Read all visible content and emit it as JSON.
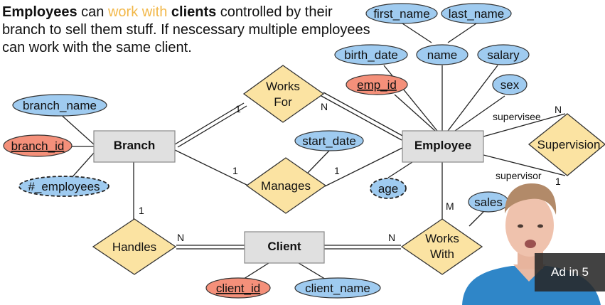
{
  "caption": {
    "part1": "Employees",
    "part2": " can ",
    "part3": "work with",
    "part4": " ",
    "part5": "clients",
    "part6": " controlled by their branch to sell them stuff. If nescessary multiple employees can work with the same client."
  },
  "colors": {
    "attribute_fill": "#9fcbf0",
    "key_attribute_fill": "#f4907a",
    "relationship_fill": "#fbe3a2",
    "entity_fill": "#e0e0e0",
    "highlight_text": "#f2b84a"
  },
  "entities": {
    "branch": "Branch",
    "employee": "Employee",
    "client": "Client"
  },
  "relationships": {
    "works_for": [
      "Works",
      "For"
    ],
    "manages": "Manages",
    "handles": "Handles",
    "works_with": [
      "Works",
      "With"
    ],
    "supervision": "Supervision"
  },
  "attributes": {
    "first_name": "first_name",
    "last_name": "last_name",
    "birth_date": "birth_date",
    "name": "name",
    "salary": "salary",
    "emp_id": "emp_id",
    "sex": "sex",
    "branch_name": "branch_name",
    "branch_id": "branch_id",
    "num_employees": "#_employees",
    "start_date": "start_date",
    "age": "age",
    "sales": "sales",
    "client_id": "client_id",
    "client_name": "client_name"
  },
  "cardinalities": {
    "works_for_branch": "1",
    "works_for_employee": "N",
    "manages_branch": "1",
    "manages_employee": "1",
    "handles_branch": "1",
    "handles_client": "N",
    "works_with_client": "N",
    "works_with_employee": "M",
    "supervision_supervisee": "N",
    "supervision_supervisor": "1"
  },
  "role_labels": {
    "supervisee": "supervisee",
    "supervisor": "supervisor"
  },
  "ad_badge": "Ad in 5"
}
